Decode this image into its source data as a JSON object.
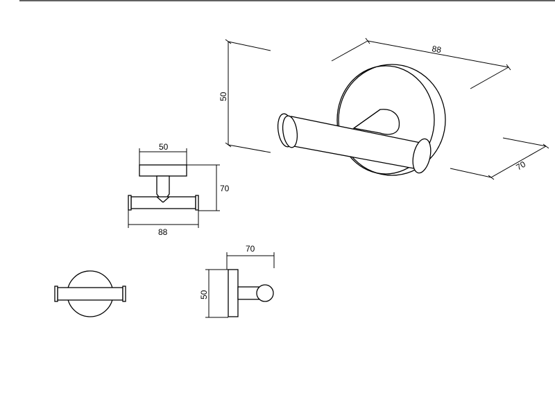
{
  "dimensions": {
    "iso_width": "88",
    "iso_height": "50",
    "iso_depth": "70",
    "top_width": "50",
    "top_depth": "70",
    "top_length": "88",
    "side_depth": "70",
    "side_height": "50"
  }
}
